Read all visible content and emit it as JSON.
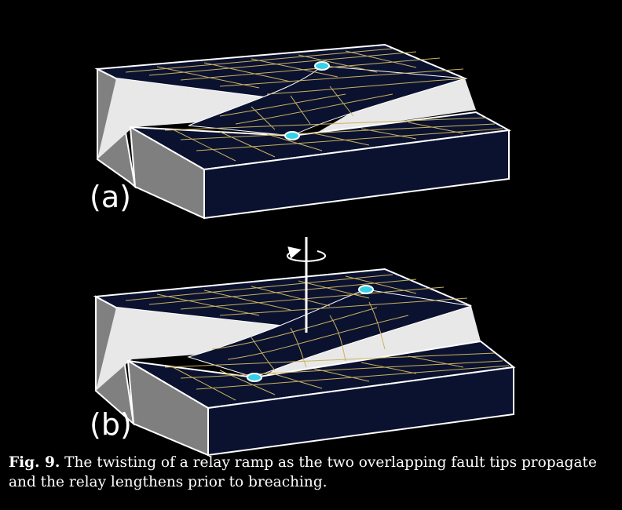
{
  "panels": [
    {
      "label": "(a)"
    },
    {
      "label": "(b)"
    }
  ],
  "caption": {
    "figure_label": "Fig. 9.",
    "text": " The twisting of a relay ramp as the two overlapping fault tips propagate and the relay lengthens prior to breaching."
  },
  "colors": {
    "background": "#000000",
    "block_face": "#0b1230",
    "block_outline": "#ffffff",
    "fault_scarp": "#e6e6e6",
    "grid_lines": "#c9b25f",
    "fault_tip_marker": "#34d2e8",
    "side_face": "#7f7f7f"
  },
  "icons": [
    "fault-tip-marker",
    "vertical-rotation-axis-icon",
    "rotation-arrow-icon"
  ]
}
